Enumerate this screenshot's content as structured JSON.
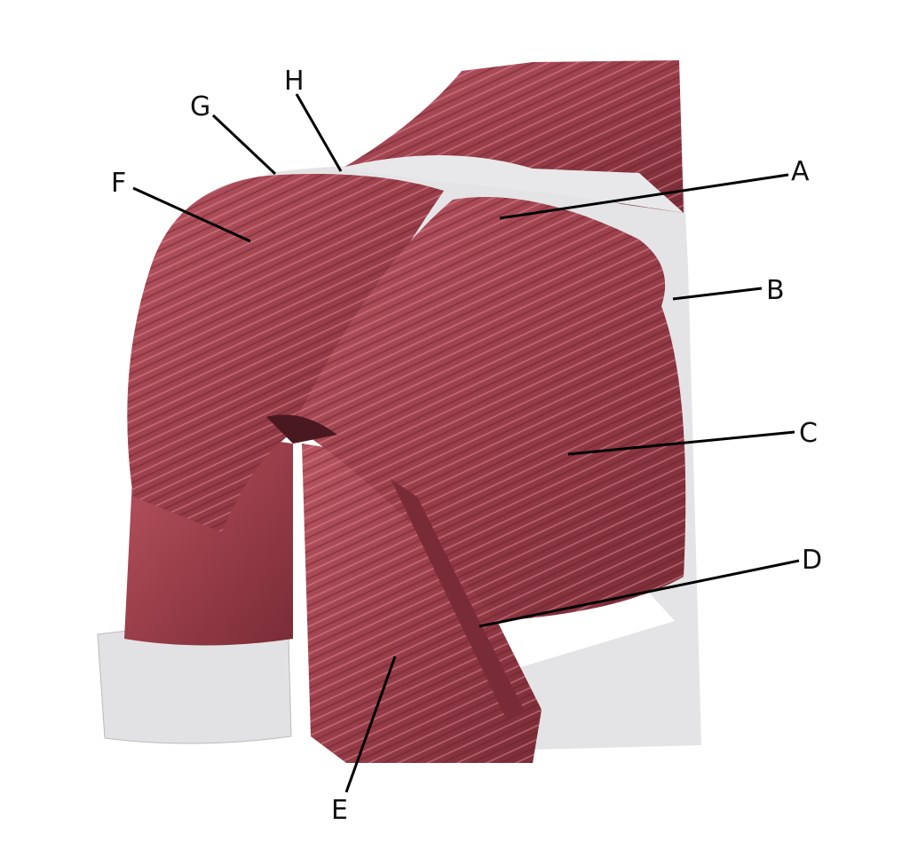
{
  "labels": {
    "A": "A",
    "B": "B",
    "C": "C",
    "D": "D",
    "E": "E",
    "F": "F",
    "G": "G",
    "H": "H"
  },
  "colors": {
    "muscle": "#a2444f",
    "muscle_dark": "#6e2530",
    "muscle_light": "#d07883",
    "fascia": "#e4e4e6"
  }
}
